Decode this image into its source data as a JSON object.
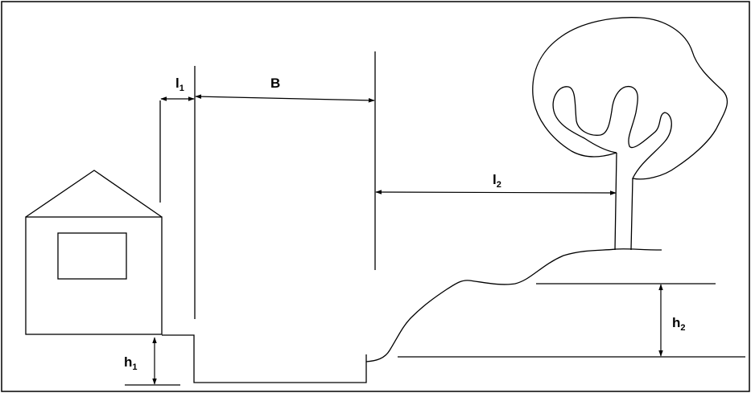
{
  "labels": {
    "l1": {
      "main": "l",
      "sub": "1"
    },
    "b": {
      "main": "B"
    },
    "l2": {
      "main": "l",
      "sub": "2"
    },
    "h1": {
      "main": "h",
      "sub": "1"
    },
    "h2": {
      "main": "h",
      "sub": "2"
    }
  },
  "colors": {
    "stroke": "#000000",
    "background": "#ffffff"
  }
}
